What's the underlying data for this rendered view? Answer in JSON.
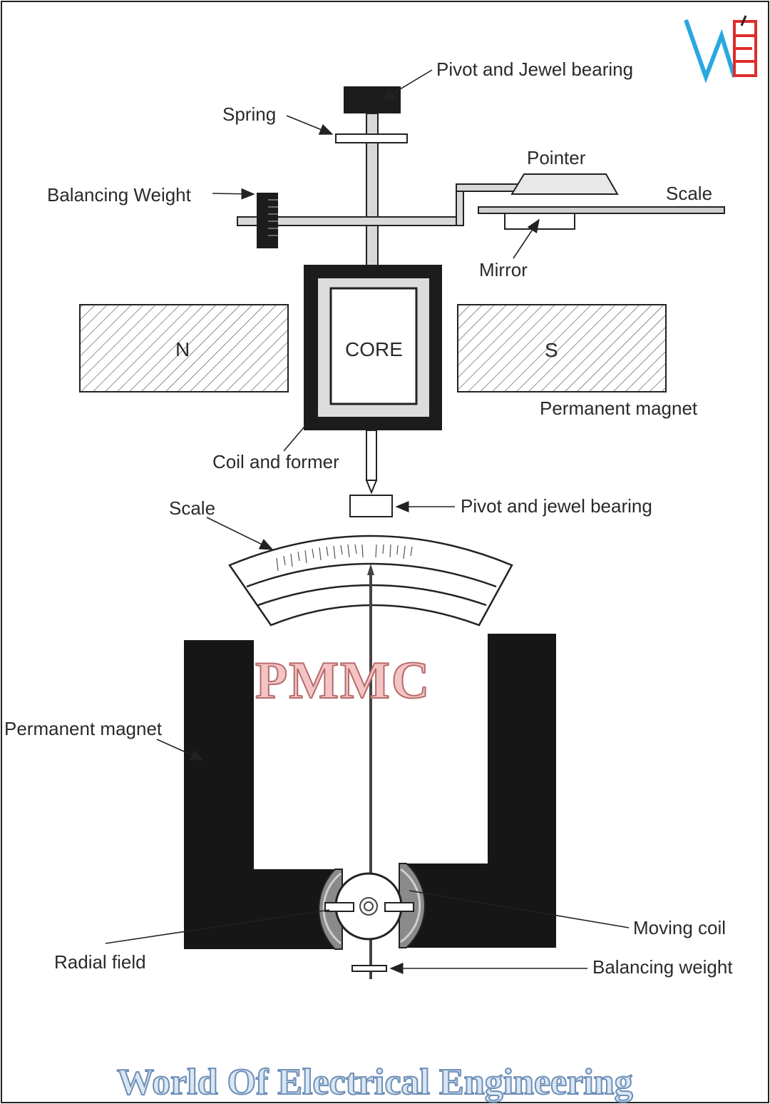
{
  "labels": {
    "pivot_top": "Pivot and Jewel bearing",
    "spring": "Spring",
    "pointer": "Pointer",
    "scale_top": "Scale",
    "balancing_weight_top": "Balancing Weight",
    "mirror": "Mirror",
    "north": "N",
    "core": "CORE",
    "south": "S",
    "permanent_magnet_top": "Permanent magnet",
    "coil_and_former": "Coil and former",
    "pivot_bottom": "Pivot and jewel bearing",
    "scale_bottom": "Scale",
    "permanent_magnet_bottom": "Permanent magnet",
    "moving_coil": "Moving coil",
    "radial_field": "Radial field",
    "balancing_weight_bottom": "Balancing weight"
  },
  "watermark": {
    "center": "PMMC",
    "footer": "World Of Electrical Engineering",
    "logo_text": "WE"
  },
  "colors": {
    "ink": "#1c1c1c",
    "logo_blue": "#29a8e0",
    "logo_red": "#e02b2b",
    "pmmc_fill": "#f3c4c4",
    "footer_fill": "#d9e6f4"
  }
}
